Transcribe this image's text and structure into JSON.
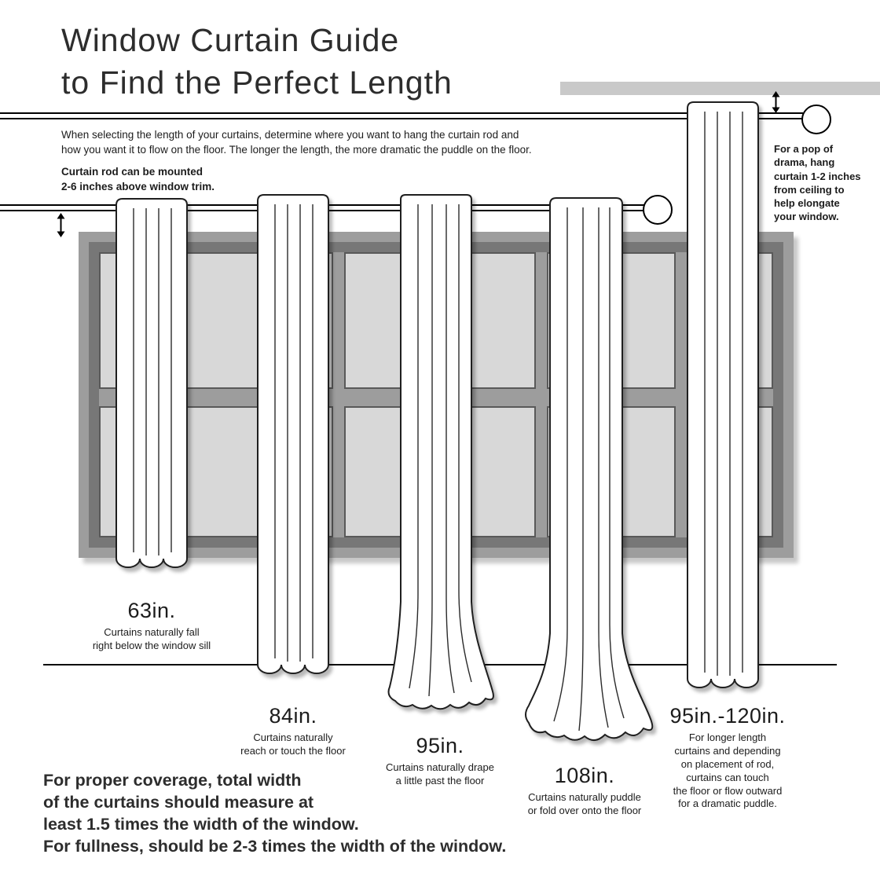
{
  "title": "Window Curtain Guide\nto Find the Perfect Length",
  "intro": "When selecting the length of your curtains, determine where you want to hang the curtain rod and\nhow you want it to flow on the floor. The longer the length, the more dramatic the puddle on the floor.",
  "rod_note": "Curtain rod can be mounted\n2-6 inches above window trim.",
  "ceiling_note": "For a pop of\ndrama, hang\ncurtain 1-2 inches\nfrom ceiling to\nhelp elongate\nyour window.",
  "curtains": [
    {
      "length": "63in.",
      "description": "Curtains naturally fall\nright below the window sill"
    },
    {
      "length": "84in.",
      "description": "Curtains naturally\nreach or touch the floor"
    },
    {
      "length": "95in.",
      "description": "Curtains naturally drape\na little past the floor"
    },
    {
      "length": "108in.",
      "description": "Curtains naturally puddle\nor fold over onto the floor"
    },
    {
      "length": "95in.-120in.",
      "description": "For longer length\ncurtains and depending\non placement of rod,\ncurtains can touch\nthe floor or flow outward\nfor a dramatic puddle."
    }
  ],
  "footer": "For proper coverage, total width\nof the curtains should measure at\nleast 1.5 times the width of the window.\nFor fullness, should be 2-3 times the width of the window.",
  "icons": {
    "mount_arrow": "double-vertical-arrow",
    "ceiling_arrow": "double-vertical-arrow"
  },
  "colors": {
    "frame_outer": "#9d9d9d",
    "frame_inner": "#777777",
    "pane": "#d8d8d8",
    "ceiling_bar": "#c9c9c9",
    "curtain": "#ffffff",
    "outline": "#1f1f1f",
    "text": "#222222"
  }
}
